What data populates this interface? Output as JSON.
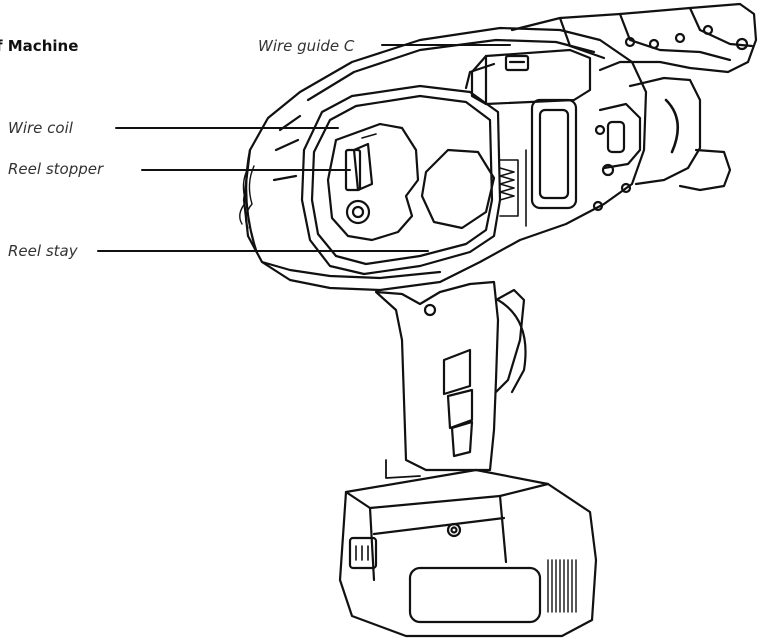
{
  "heading": "f Machine",
  "callouts": {
    "wire_guide": "Wire guide C",
    "wire_coil": "Wire coil",
    "reel_stopper": "Reel stopper",
    "reel_stay": "Reel stay"
  },
  "colors": {
    "line": "#111111",
    "background": "#ffffff",
    "text": "#333333"
  }
}
